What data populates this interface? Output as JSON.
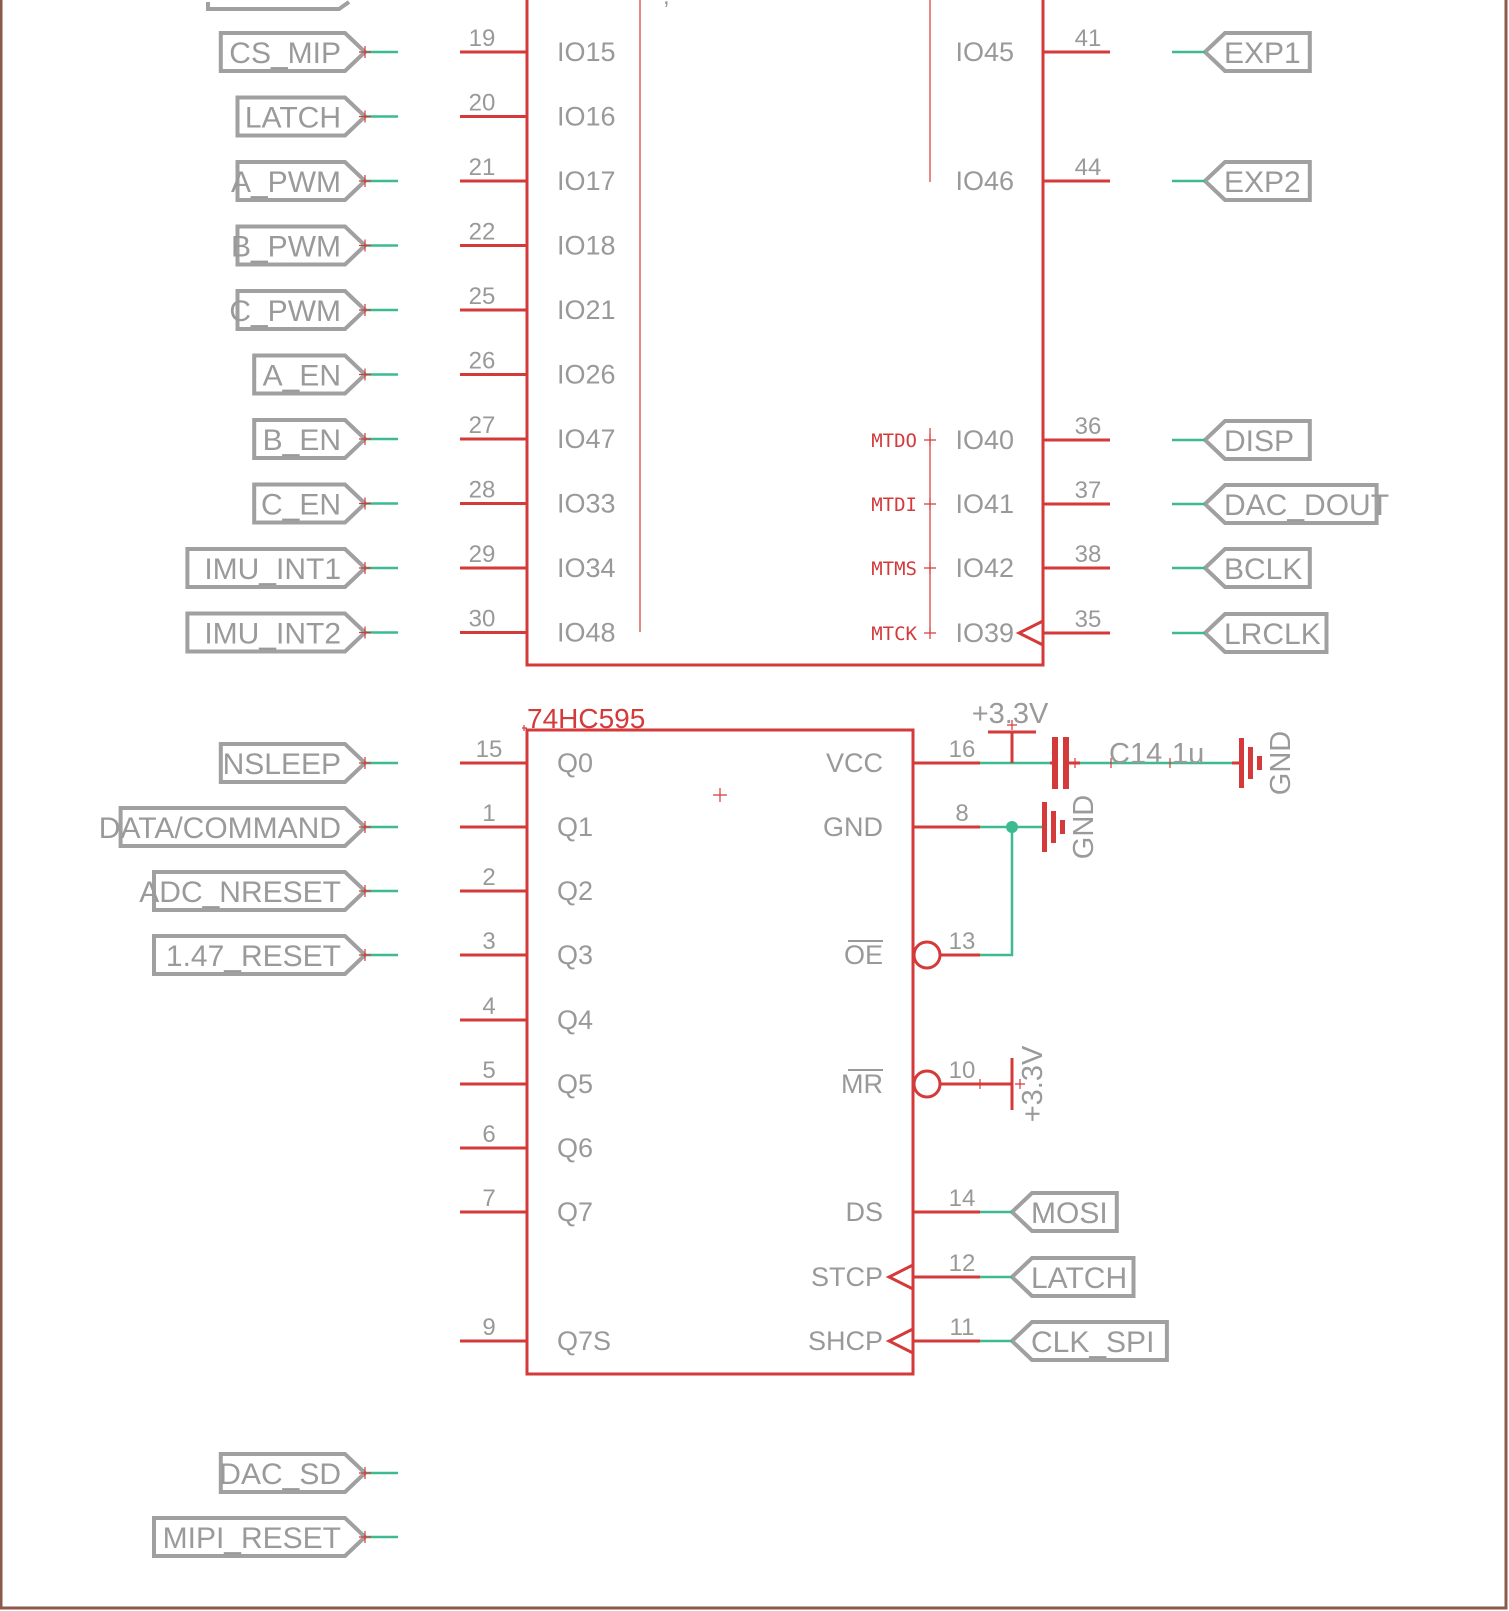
{
  "esp_left_pins": [
    {
      "num": "19",
      "name": "IO15",
      "net": "CS_MIP"
    },
    {
      "num": "20",
      "name": "IO16",
      "net": "LATCH"
    },
    {
      "num": "21",
      "name": "IO17",
      "net": "A_PWM"
    },
    {
      "num": "22",
      "name": "IO18",
      "net": "B_PWM"
    },
    {
      "num": "25",
      "name": "IO21",
      "net": "C_PWM"
    },
    {
      "num": "26",
      "name": "IO26",
      "net": "A_EN"
    },
    {
      "num": "27",
      "name": "IO47",
      "net": "B_EN"
    },
    {
      "num": "28",
      "name": "IO33",
      "net": "C_EN"
    },
    {
      "num": "29",
      "name": "IO34",
      "net": "IMU_INT1"
    },
    {
      "num": "30",
      "name": "IO48",
      "net": "IMU_INT2"
    }
  ],
  "esp_right_pins": [
    {
      "num": "41",
      "name": "IO45",
      "net": "EXP1",
      "jtag": ""
    },
    {
      "num": "44",
      "name": "IO46",
      "net": "EXP2",
      "jtag": ""
    },
    {
      "num": "36",
      "name": "IO40",
      "net": "DISP",
      "jtag": "MTDO"
    },
    {
      "num": "37",
      "name": "IO41",
      "net": "DAC_DOUT",
      "jtag": "MTDI"
    },
    {
      "num": "38",
      "name": "IO42",
      "net": "BCLK",
      "jtag": "MTMS"
    },
    {
      "num": "35",
      "name": "IO39",
      "net": "LRCLK",
      "jtag": "MTCK"
    }
  ],
  "shift_register": {
    "part": "74HC595",
    "left_pins": [
      {
        "num": "15",
        "name": "Q0",
        "net": "NSLEEP"
      },
      {
        "num": "1",
        "name": "Q1",
        "net": "DATA/COMMAND"
      },
      {
        "num": "2",
        "name": "Q2",
        "net": "ADC_NRESET"
      },
      {
        "num": "3",
        "name": "Q3",
        "net": "1.47_RESET"
      },
      {
        "num": "4",
        "name": "Q4",
        "net": ""
      },
      {
        "num": "5",
        "name": "Q5",
        "net": ""
      },
      {
        "num": "6",
        "name": "Q6",
        "net": ""
      },
      {
        "num": "7",
        "name": "Q7",
        "net": ""
      },
      {
        "num": "9",
        "name": "Q7S",
        "net": ""
      }
    ],
    "right_pins": [
      {
        "num": "16",
        "name": "VCC",
        "net": ""
      },
      {
        "num": "8",
        "name": "GND",
        "net": ""
      },
      {
        "num": "13",
        "name": "OE",
        "net": ""
      },
      {
        "num": "10",
        "name": "MR",
        "net": ""
      },
      {
        "num": "14",
        "name": "DS",
        "net": "MOSI"
      },
      {
        "num": "12",
        "name": "STCP",
        "net": "LATCH"
      },
      {
        "num": "11",
        "name": "SHCP",
        "net": "CLK_SPI"
      }
    ]
  },
  "capacitor": {
    "name": "C14",
    "value": "1u"
  },
  "power": {
    "vcc": "+3.3V",
    "gnd": "GND"
  },
  "bottom_labels": [
    "DAC_SD",
    "MIPI_RESET"
  ]
}
